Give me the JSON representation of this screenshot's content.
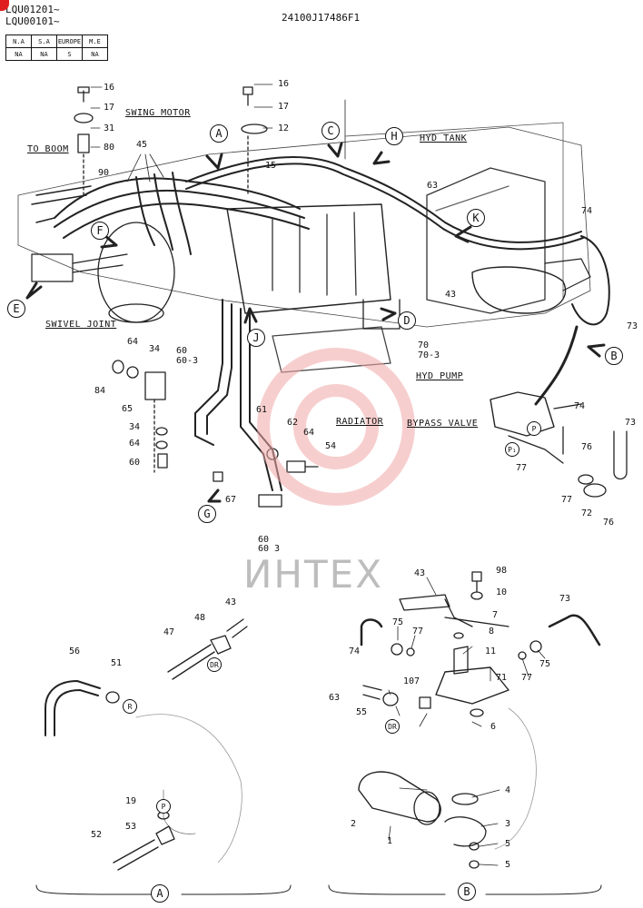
{
  "header": {
    "serial_1": "LQU01201~",
    "serial_2": "LQU00101~",
    "drawing_no": "24100J17486F1"
  },
  "market_table": {
    "headers": [
      "N.A",
      "S.A",
      "EUROPE",
      "M.E"
    ],
    "values": [
      "NA",
      "NA",
      "S",
      "NA"
    ]
  },
  "labels": {
    "swing_motor": "SWING MOTOR",
    "to_boom": "TO BOOM",
    "hyd_tank": "HYD TANK",
    "swivel_joint": "SWIVEL JOINT",
    "hyd_pump": "HYD PUMP",
    "radiator": "RADIATOR",
    "bypass_valve": "BYPASS VALVE"
  },
  "callouts": {
    "A": "A",
    "B": "B",
    "C": "C",
    "D": "D",
    "E": "E",
    "F": "F",
    "G": "G",
    "H": "H",
    "J": "J",
    "K": "K",
    "P": "P",
    "P1": "P₁",
    "R": "R",
    "DR": "DR"
  },
  "parts_top": [
    "16",
    "17",
    "31",
    "80",
    "16",
    "17",
    "12",
    "45",
    "15",
    "90",
    "63",
    "74",
    "43",
    "73",
    "64",
    "34",
    "60",
    "60-3",
    "84",
    "65",
    "34",
    "64",
    "60",
    "61",
    "62",
    "64",
    "54",
    "70",
    "70-3",
    "74",
    "73",
    "76",
    "77",
    "77",
    "72",
    "76",
    "67",
    "60",
    "60 3"
  ],
  "parts_bottom_a": [
    "56",
    "51",
    "47",
    "48",
    "43",
    "19",
    "53",
    "52"
  ],
  "parts_bottom_b": [
    "43",
    "98",
    "10",
    "7",
    "8",
    "75",
    "77",
    "73",
    "74",
    "11",
    "71",
    "77",
    "75",
    "63",
    "107",
    "55",
    "6",
    "4",
    "2",
    "3",
    "1",
    "5",
    "5"
  ],
  "view_labels": {
    "view_a": "A",
    "view_b": "B"
  },
  "watermark": "ИНТЕХ"
}
